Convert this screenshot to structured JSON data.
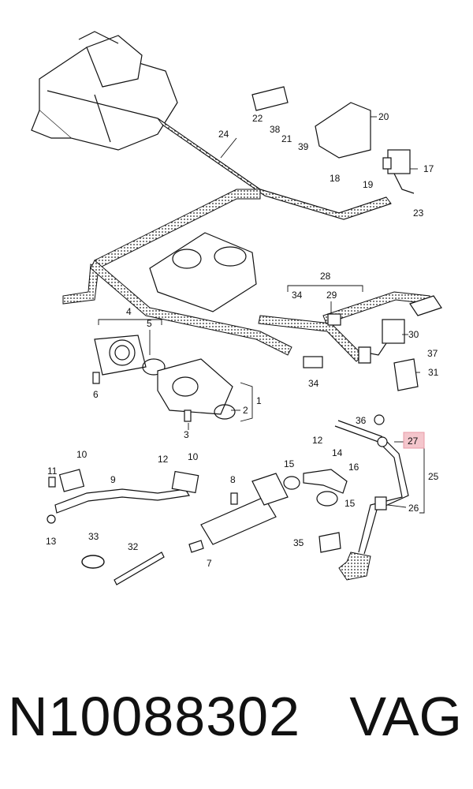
{
  "callouts": [
    "1",
    "2",
    "3",
    "4",
    "5",
    "6",
    "7",
    "8",
    "9",
    "10",
    "10",
    "11",
    "12",
    "12",
    "13",
    "14",
    "15",
    "15",
    "16",
    "17",
    "18",
    "19",
    "20",
    "21",
    "22",
    "23",
    "24",
    "25",
    "26",
    "27",
    "28",
    "29",
    "30",
    "31",
    "32",
    "33",
    "34",
    "34",
    "35",
    "36",
    "37",
    "38",
    "39"
  ],
  "highlighted_callout": "27",
  "highlight_color": "#f4c6cc",
  "footer": {
    "part_number": "N10088302",
    "brand": "VAG"
  }
}
